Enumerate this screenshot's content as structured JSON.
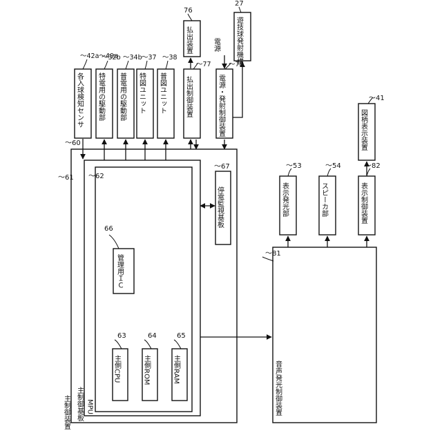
{
  "refs": {
    "r60": "〜60",
    "r61": "〜61",
    "r62": "〜62",
    "r63": "63",
    "r64": "64",
    "r65": "65",
    "r66": "66",
    "r67": "〜67",
    "r76": "76",
    "r27": "27",
    "r77": "〜77",
    "r78": "〜78",
    "r42": "〜42a〜49a",
    "r32b": "〜32b",
    "r34b": "〜34b",
    "r37": "〜37",
    "r38": "〜38",
    "r53": "〜53",
    "r54": "〜54",
    "r81": "〜81",
    "r82": "〜82",
    "r41": "〜41"
  },
  "labels": {
    "main_control_device": "主制御装置",
    "main_control_board": "主制御基板",
    "mpu": "MPU",
    "main_cpu": "主側CPU",
    "main_rom": "主側ROM",
    "main_ram": "主側RAM",
    "management_ic": "管理用ＩＣ",
    "power_outage_board": "停電監視基板",
    "payout_device": "払出装置",
    "launch_mechanism": "遊技球発射機構",
    "payout_control_device": "払出制御装置",
    "power_launch_control": "電源・発射制御装置",
    "power_source": "電源",
    "entry_sensors": "各入球検知センサ",
    "special_drive": "特電用の駆動部",
    "normal_drive": "普電用の駆動部",
    "special_unit": "特図ユニット",
    "normal_unit": "普図ユニット",
    "display_light": "表示発光部",
    "speaker": "スピーカ部",
    "display_control": "表示制御装置",
    "figure_display": "図柄表示装置",
    "sound_light_control": "音声発光制御装置"
  }
}
